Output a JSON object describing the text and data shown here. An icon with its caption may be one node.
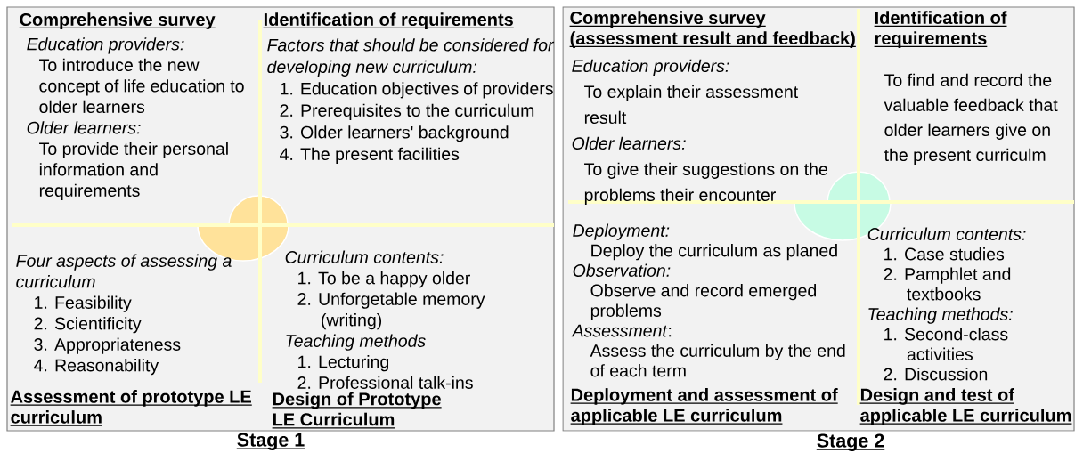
{
  "diagram": {
    "nodes": [
      {
        "text": [
          "Stage 1"
        ]
      },
      {
        "text": [
          "Comprehensive survey",
          "Education providers:",
          "To introduce the new concept of life education to older learners",
          "Older learners:",
          "To provide their personal information and requirements"
        ],
        "in": 0
      },
      {
        "text": [
          "Identification of requirements",
          "Factors that should be considered for developing new curriculum:",
          "1. Education objectives of providers",
          "2. Prerequisites to the curriculum",
          "3. Older learners' background",
          "4. The present facilities"
        ],
        "in": 0
      },
      {
        "text": [
          "Four aspects of assessing a curriculum",
          "1. Feasibility",
          "2. Scientificity",
          "3. Appropriateness",
          "4. Reasonability",
          "Assessment of prototype LE curriculum"
        ],
        "in": 0
      },
      {
        "text": [
          "Curriculum contents:",
          "1. To be a happy older",
          "2. Unforgetable memory (writing)",
          "Teaching methods",
          "1. Lecturing",
          "2. Professional talk-ins",
          "Design of Prototype LE Curriculum"
        ],
        "in": 0
      },
      {
        "text": [],
        "shape": "circle",
        "in": 0
      },
      {
        "text": [
          "Stage 2"
        ]
      },
      {
        "text": [
          "Comprehensive survey (assessment result and feedback)",
          "Education providers:",
          "To explain their assessment result",
          "Older learners:",
          "To give their suggestions on the problems their encounter"
        ],
        "in": 6
      },
      {
        "text": [
          "Identification of requirements",
          "To find and record the valuable feedback that older learners give on the present curriculm"
        ],
        "in": 6
      },
      {
        "text": [
          "Deployment:",
          "Deploy the curriculum as planed",
          "Observation:",
          "Observe and record emerged problems",
          "*Assessment*:",
          "Assess the curriculum by the end of each term",
          "Deployment and assessment of applicable LE curriculum"
        ],
        "in": 6
      },
      {
        "text": [
          "Curriculum contents:",
          "1. Case studies",
          "2. Pamphlet and textbooks",
          "Teaching methods:",
          "1. Second-class activities",
          "2. Discussion",
          "Design and test of applicable LE curriculum"
        ],
        "in": 6
      },
      {
        "text": [],
        "shape": "circle",
        "in": 6
      }
    ]
  }
}
